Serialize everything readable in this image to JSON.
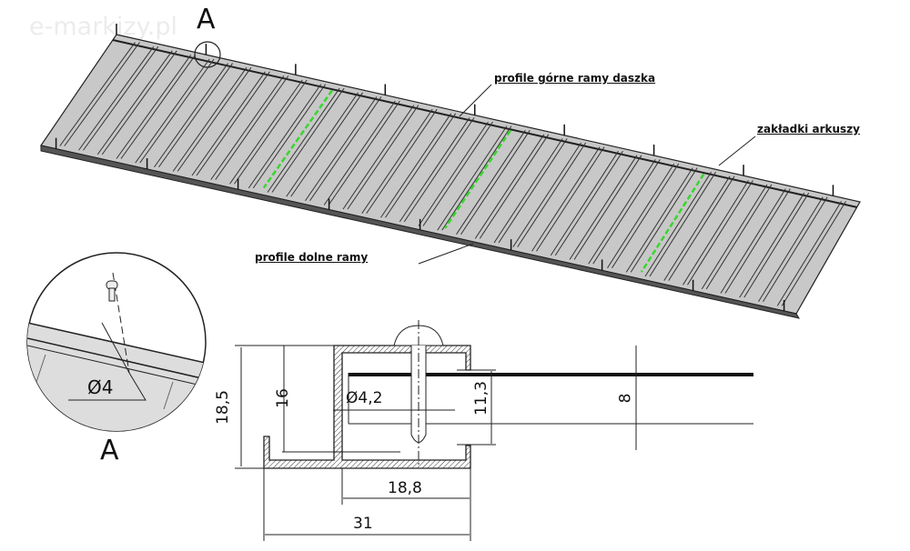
{
  "watermark": "e-markizy.pl",
  "detail_marker": "A",
  "detail_label": "A",
  "labels": {
    "upper_profiles": "profile górne ramy daszka",
    "sheet_overlaps": "zakładki arkuszy",
    "lower_profiles": "profile dolne ramy"
  },
  "detail_dimension": "Ø4",
  "dimensions": {
    "total_height": "18,5",
    "inner_height": "16",
    "hole_diameter": "Ø4,2",
    "slot_height": "11,3",
    "sheet_thickness": "8",
    "box_width": "18,8",
    "total_width": "31"
  },
  "colors": {
    "panel": "#c8c8c8",
    "overlap": "#39d62e",
    "line": "#222222"
  }
}
